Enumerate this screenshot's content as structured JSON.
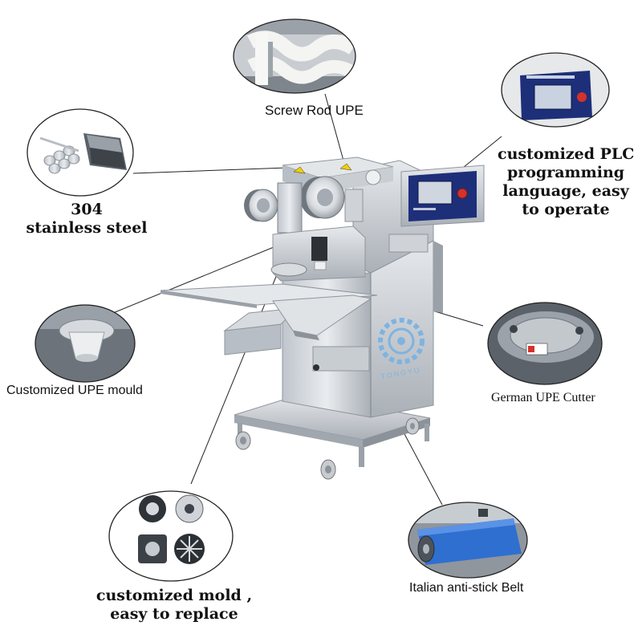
{
  "callouts": {
    "screw_rod": "Screw Rod UPE",
    "plc": [
      "customized PLC",
      "programming",
      "language, easy",
      "to operate"
    ],
    "steel": [
      "304",
      "stainless steel"
    ],
    "mould": "Customized UPE mould",
    "cutter": "German UPE Cutter",
    "mold": [
      "customized mold ,",
      "easy to replace"
    ],
    "belt": "Italian anti-stick Belt"
  },
  "machine": {
    "brand": "TONGYU"
  },
  "colors": {
    "steel_light": "#d9dde2",
    "steel_mid": "#aeb4bb",
    "steel_dark": "#6f767e",
    "belt_blue": "#2f6fd0",
    "panel_navy": "#1e2f7a",
    "emergency_red": "#d4322b",
    "logo_blue": "#7fb3e0"
  }
}
